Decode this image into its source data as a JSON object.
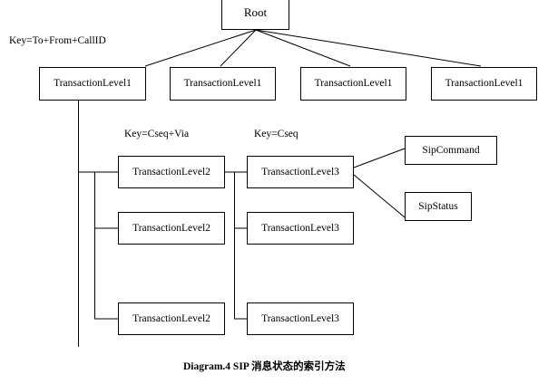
{
  "diagram": {
    "title": "Diagram.4 SIP 消息状态的索引方法",
    "type": "tree-hierarchy",
    "background": "#ffffff",
    "line_color": "#000000",
    "nodes": {
      "root": {
        "label": "Root"
      },
      "level1": [
        {
          "label": "TransactionLevel1"
        },
        {
          "label": "TransactionLevel1"
        },
        {
          "label": "TransactionLevel1"
        },
        {
          "label": "TransactionLevel1"
        }
      ],
      "level2": [
        {
          "label": "TransactionLevel2"
        },
        {
          "label": "TransactionLevel2"
        },
        {
          "label": "TransactionLevel2"
        }
      ],
      "level3": [
        {
          "label": "TransactionLevel3"
        },
        {
          "label": "TransactionLevel3"
        },
        {
          "label": "TransactionLevel3"
        }
      ],
      "leaves": [
        {
          "label": "SipCommand"
        },
        {
          "label": "SipStatus"
        }
      ]
    },
    "keys": {
      "level1_key": "Key=To+From+CallID",
      "level2_key": "Key=Cseq+Via",
      "level3_key": "Key=Cseq"
    }
  }
}
